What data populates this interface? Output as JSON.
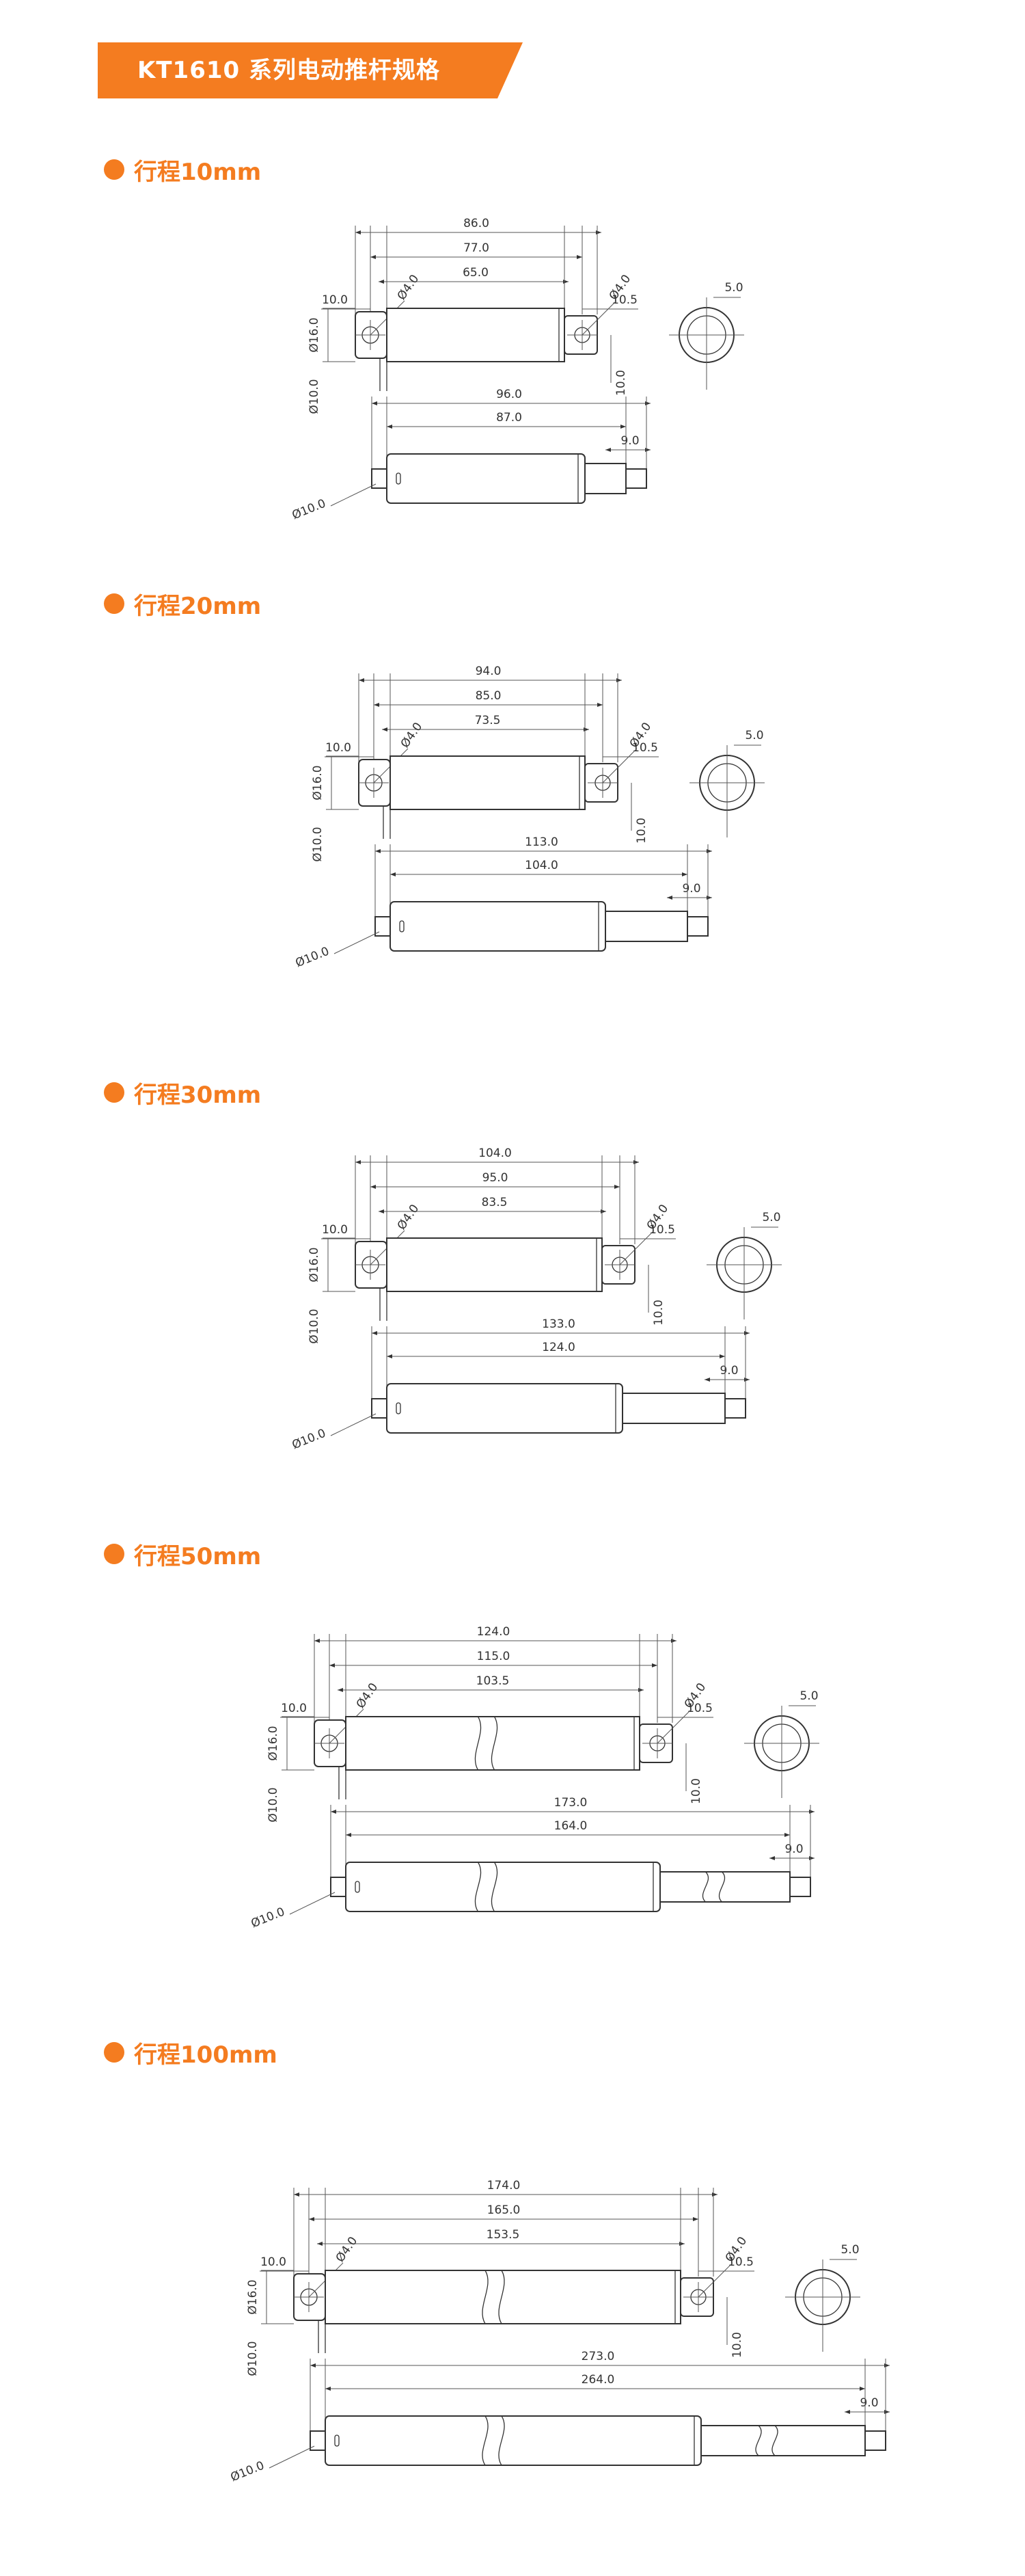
{
  "header": {
    "title": "KT1610 系列电动推杆规格"
  },
  "colors": {
    "accent": "#f47c20",
    "line": "#333333"
  },
  "sections": [
    {
      "title": "行程10mm",
      "top": {
        "overall": "86.0",
        "hole_center": "77.0",
        "body": "65.0",
        "eye_left": "10.0",
        "eye_right": "10.5",
        "hole_left": "Ø4.0",
        "hole_right": "Ø4.0",
        "height": "Ø16.0",
        "pin": "Ø10.0",
        "bracket": "10.0",
        "end_offset": "5.0"
      },
      "bottom": {
        "overall": "96.0",
        "body": "87.0",
        "rod_tip": "9.0",
        "rod_dia": "Ø10.0"
      }
    },
    {
      "title": "行程20mm",
      "top": {
        "overall": "94.0",
        "hole_center": "85.0",
        "body": "73.5",
        "eye_left": "10.0",
        "eye_right": "10.5",
        "hole_left": "Ø4.0",
        "hole_right": "Ø4.0",
        "height": "Ø16.0",
        "pin": "Ø10.0",
        "bracket": "10.0",
        "end_offset": "5.0"
      },
      "bottom": {
        "overall": "113.0",
        "body": "104.0",
        "rod_tip": "9.0",
        "rod_dia": "Ø10.0"
      }
    },
    {
      "title": "行程30mm",
      "top": {
        "overall": "104.0",
        "hole_center": "95.0",
        "body": "83.5",
        "eye_left": "10.0",
        "eye_right": "10.5",
        "hole_left": "Ø4.0",
        "hole_right": "Ø4.0",
        "height": "Ø16.0",
        "pin": "Ø10.0",
        "bracket": "10.0",
        "end_offset": "5.0"
      },
      "bottom": {
        "overall": "133.0",
        "body": "124.0",
        "rod_tip": "9.0",
        "rod_dia": "Ø10.0"
      }
    },
    {
      "title": "行程50mm",
      "top": {
        "overall": "124.0",
        "hole_center": "115.0",
        "body": "103.5",
        "eye_left": "10.0",
        "eye_right": "10.5",
        "hole_left": "Ø4.0",
        "hole_right": "Ø4.0",
        "height": "Ø16.0",
        "pin": "Ø10.0",
        "bracket": "10.0",
        "end_offset": "5.0"
      },
      "bottom": {
        "overall": "173.0",
        "body": "164.0",
        "rod_tip": "9.0",
        "rod_dia": "Ø10.0"
      }
    },
    {
      "title": "行程100mm",
      "top": {
        "overall": "174.0",
        "hole_center": "165.0",
        "body": "153.5",
        "eye_left": "10.0",
        "eye_right": "10.5",
        "hole_left": "Ø4.0",
        "hole_right": "Ø4.0",
        "height": "Ø16.0",
        "pin": "Ø10.0",
        "bracket": "10.0",
        "end_offset": "5.0"
      },
      "bottom": {
        "overall": "273.0",
        "body": "264.0",
        "rod_tip": "9.0",
        "rod_dia": "Ø10.0"
      }
    }
  ]
}
